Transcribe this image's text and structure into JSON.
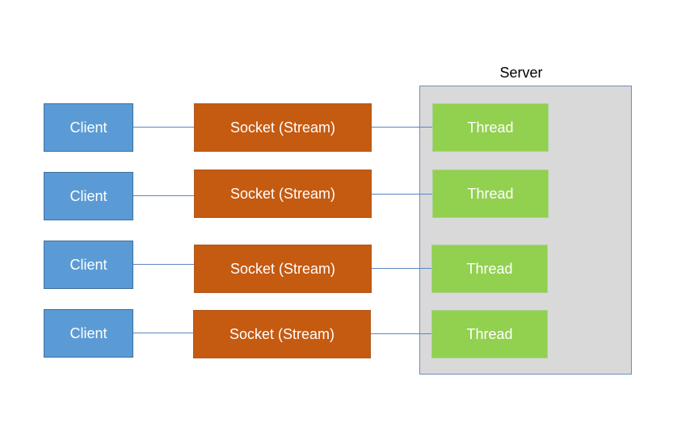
{
  "server": {
    "label": "Server"
  },
  "rows": [
    {
      "client": "Client",
      "socket": "Socket (Stream)",
      "thread": "Thread"
    },
    {
      "client": "Client",
      "socket": "Socket (Stream)",
      "thread": "Thread"
    },
    {
      "client": "Client",
      "socket": "Socket (Stream)",
      "thread": "Thread"
    },
    {
      "client": "Client",
      "socket": "Socket (Stream)",
      "thread": "Thread"
    }
  ],
  "colors": {
    "client": "#5b9bd5",
    "socket": "#c55a11",
    "thread": "#92d050",
    "server_background": "#d9d9d9",
    "connector": "#5a86c1"
  }
}
